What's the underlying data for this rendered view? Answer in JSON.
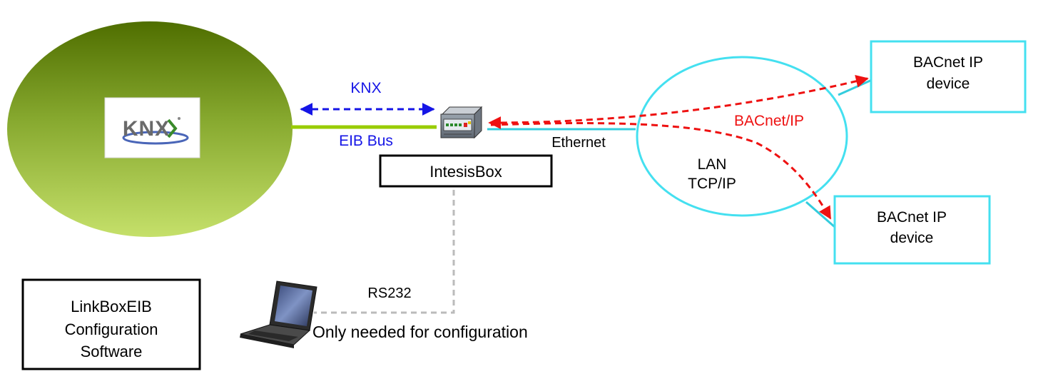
{
  "knx_network": {
    "logo_text": "KNX",
    "fill_top": "#4f6e00",
    "fill_bottom": "#c5e06a"
  },
  "links": {
    "knx_label": "KNX",
    "knx_color": "#1515e6",
    "eib_bus_label": "EIB Bus",
    "eib_bus_label_color": "#1515e6",
    "eib_bus_line_color": "#99cc00",
    "ethernet_label": "Ethernet",
    "ethernet_line_color": "#33ccdd",
    "bacnet_label": "BACnet/IP",
    "bacnet_color": "#ee1111",
    "rs232_label": "RS232",
    "rs232_line_color": "#bbbbbb"
  },
  "gateway": {
    "name": "IntesisBox",
    "icon": "gateway-device-icon"
  },
  "lan": {
    "line1": "LAN",
    "line2": "TCP/IP",
    "border_color": "#44e0f0"
  },
  "devices": [
    {
      "line1": "BACnet IP",
      "line2": "device"
    },
    {
      "line1": "BACnet IP",
      "line2": "device"
    }
  ],
  "laptop": {
    "icon": "laptop-icon",
    "note": "Only needed for configuration"
  },
  "software_box": {
    "line1": "LinkBoxEIB",
    "line2": "Configuration",
    "line3": "Software"
  }
}
